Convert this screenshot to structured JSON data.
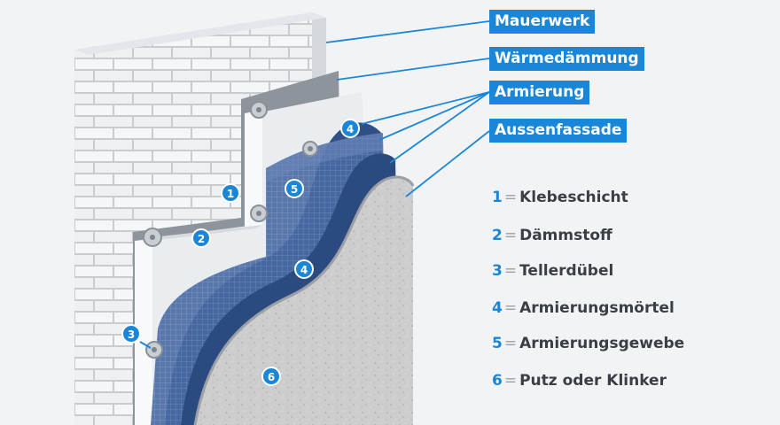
{
  "labels": {
    "callouts": [
      "Mauerwerk",
      "Wärmedämmung",
      "Armierung",
      "Aussenfassade"
    ],
    "legend": [
      {
        "num": "1",
        "eq": "=",
        "text": "Klebeschicht"
      },
      {
        "num": "2",
        "eq": "=",
        "text": "Dämmstoff"
      },
      {
        "num": "3",
        "eq": "=",
        "text": "Tellerdübel"
      },
      {
        "num": "4",
        "eq": "=",
        "text": "Armierungsmörtel"
      },
      {
        "num": "5",
        "eq": "=",
        "text": "Armierungsgewebe"
      },
      {
        "num": "6",
        "eq": "=",
        "text": "Putz oder Klinker"
      }
    ],
    "badges": [
      "1",
      "2",
      "3",
      "4",
      "4",
      "5",
      "6"
    ]
  },
  "colors": {
    "accent": "#1a86d8",
    "brick": "#f4f5f7",
    "mortar": "#c5c9ce",
    "insulation": "#e9ecef",
    "mesh": "#3f5f95",
    "plaster": "#cfcfcf"
  }
}
